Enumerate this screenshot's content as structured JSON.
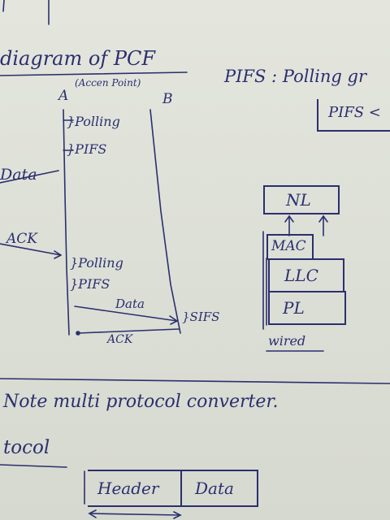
{
  "header": {
    "title": "diagram of PCF",
    "pifs_note": "PIFS : Polling gr",
    "pifs_box": "PIFS <"
  },
  "diagram": {
    "station_a": "A",
    "access_point": "(Accen Point)",
    "station_b": "B",
    "labels": {
      "data_in": "Data",
      "ack_in": "ACK",
      "polling_1": "}Polling",
      "pifs_1": "}PIFS",
      "polling_2": "}Polling",
      "pifs_2": "}PIFS",
      "data_out": "Data",
      "ack_out": "ACK",
      "sifs": "}SIFS"
    }
  },
  "stack": {
    "layers": [
      "NL",
      "MAC",
      "LLC",
      "PL"
    ],
    "caption": "wired"
  },
  "notes": {
    "line": "Note multi protocol converter.",
    "heading": "tocol"
  },
  "frame": {
    "fields": [
      "Header",
      "Data"
    ]
  },
  "colors": {
    "ink": "#2b2f6e",
    "paper": "#dcdfd6"
  }
}
